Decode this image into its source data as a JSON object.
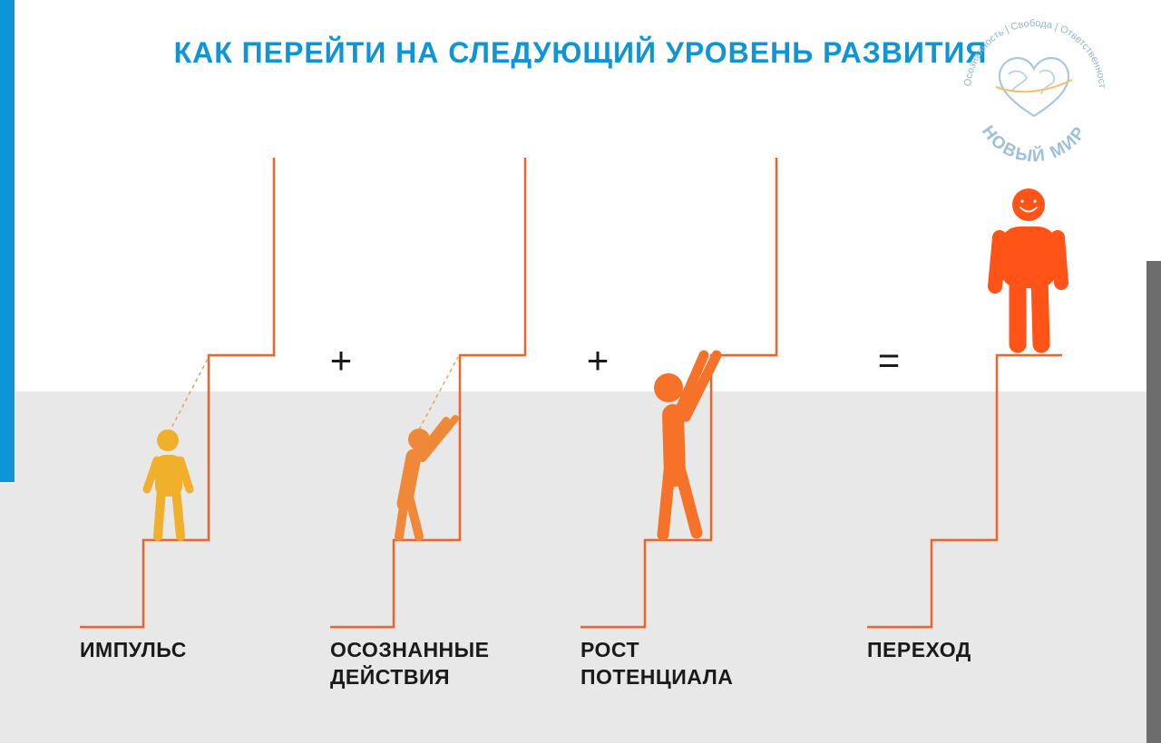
{
  "title": "КАК ПЕРЕЙТИ НА СЛЕДУЮЩИЙ УРОВЕНЬ РАЗВИТИЯ",
  "operators": {
    "plus_1": "+",
    "plus_2": "+",
    "equals": "="
  },
  "stages": [
    {
      "lines": [
        "ИМПУЛЬС"
      ]
    },
    {
      "lines": [
        "ОСОЗНАННЫЕ",
        "ДЕЙСТВИЯ"
      ]
    },
    {
      "lines": [
        "РОСТ",
        "ПОТЕНЦИАЛА"
      ]
    },
    {
      "lines": [
        "ПЕРЕХОД"
      ]
    }
  ],
  "logo": {
    "ring_text": "Осознанность | Свобода | Ответственность",
    "name": "НОВЫЙ МИР"
  },
  "colors": {
    "accent_blue": "#0e95d8",
    "stair_line": "#f0622a",
    "figure_1": "#f0b02c",
    "figure_2": "#f0883a",
    "figure_3": "#f57228",
    "figure_4": "#ff5317",
    "bottom_background": "#e8e8e8"
  },
  "icons": [
    "stair-line-icon",
    "person-looking-icon",
    "person-reaching-icon",
    "person-stretching-icon",
    "person-smiling-icon",
    "heart-globe-logo-icon"
  ]
}
